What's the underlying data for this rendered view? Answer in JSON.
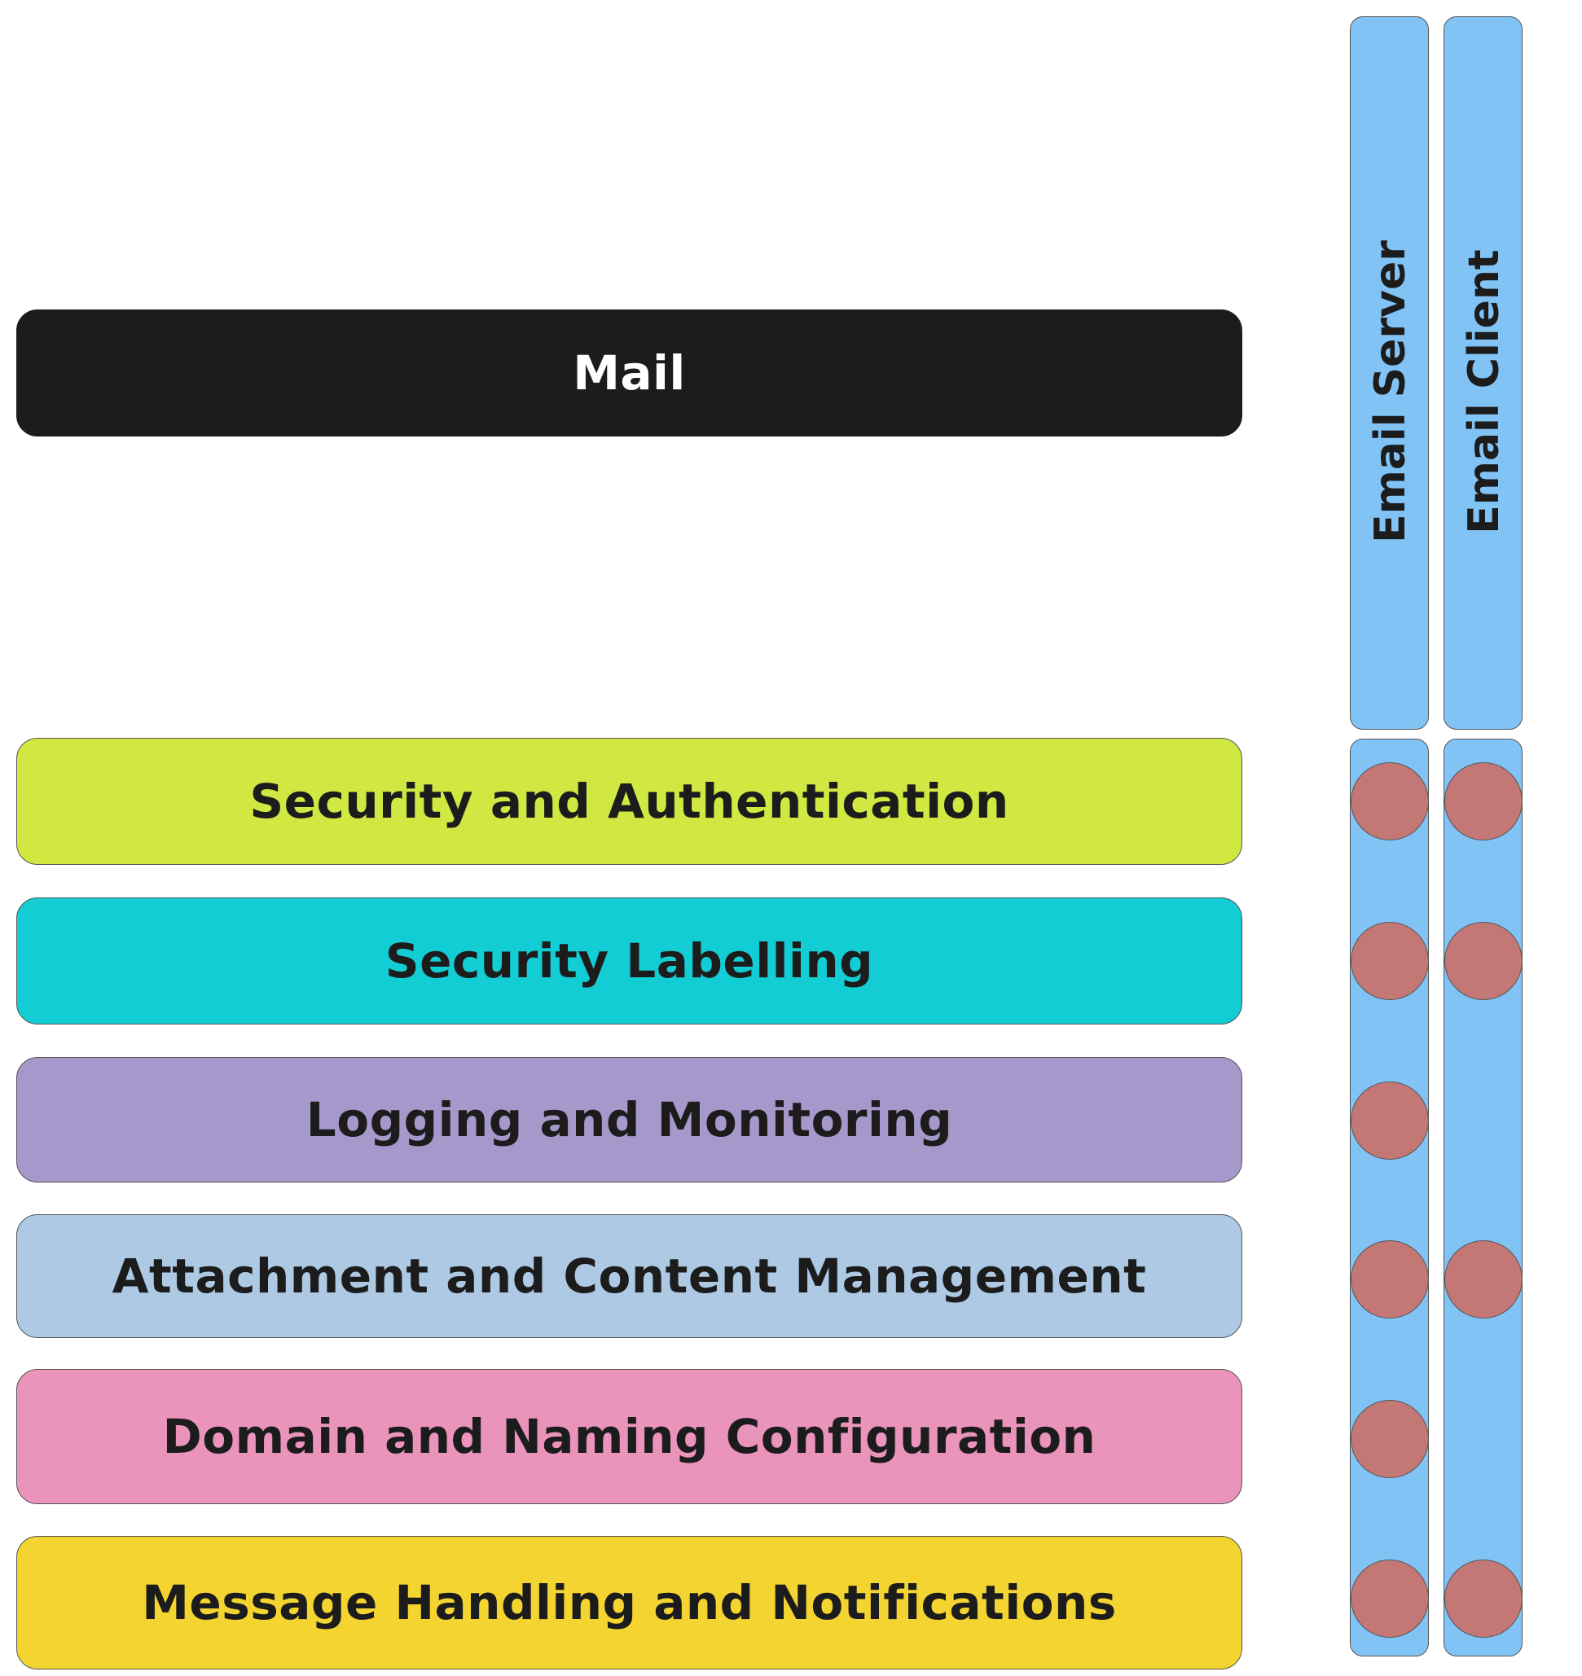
{
  "header": {
    "title": "Mail",
    "color": "#1c1c1c"
  },
  "columns": [
    {
      "label": "Email Server"
    },
    {
      "label": "Email Client"
    }
  ],
  "rows": [
    {
      "label": "Security and Authentication",
      "color": "#d0e841",
      "server": true,
      "client": true
    },
    {
      "label": "Security Labelling",
      "color": "#13cdd4",
      "server": true,
      "client": true
    },
    {
      "label": "Logging and Monitoring",
      "color": "#a798cb",
      "server": true,
      "client": false
    },
    {
      "label": "Attachment and Content Management",
      "color": "#adc9e3",
      "server": true,
      "client": true
    },
    {
      "label": "Domain and Naming Configuration",
      "color": "#ea93bb",
      "server": true,
      "client": false
    },
    {
      "label": "Message Handling and Notifications",
      "color": "#f3d431",
      "server": true,
      "client": true
    }
  ],
  "colors": {
    "column_fill": "#82c3f6",
    "marker_fill": "#c47876"
  }
}
